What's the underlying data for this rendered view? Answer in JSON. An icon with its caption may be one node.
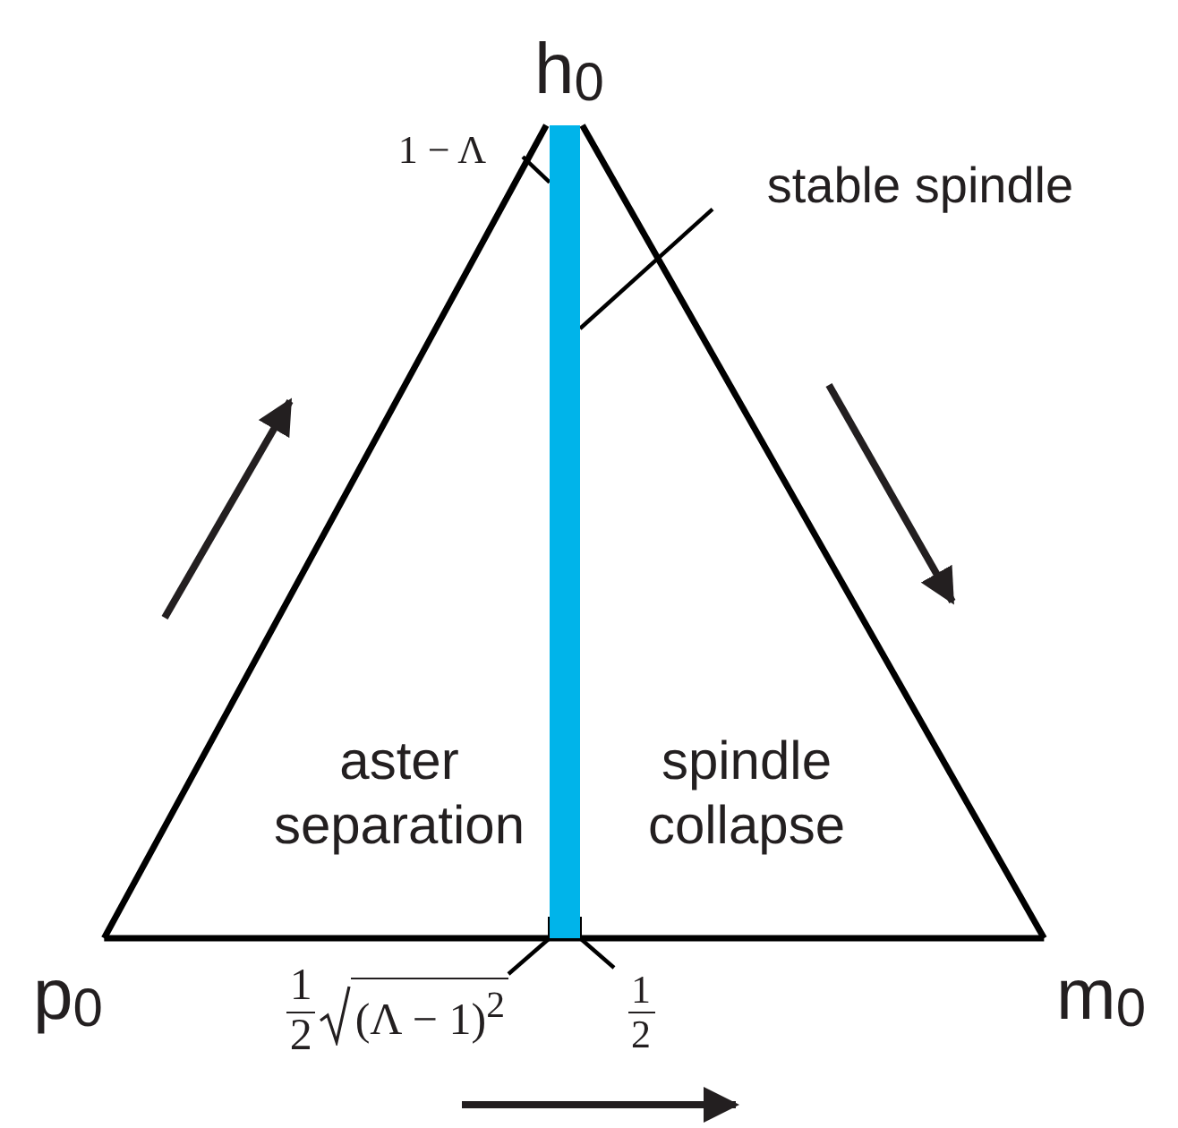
{
  "diagram": {
    "nodes": [
      {
        "text": [
          "h$_{0}$"
        ]
      },
      {
        "text": [
          "p$_{0}$"
        ]
      },
      {
        "text": [
          "m$_{0}$"
        ]
      },
      {
        "text": [],
        "shape": "bar"
      },
      {
        "text": [
          "stable spindle"
        ]
      },
      {
        "text": [
          "1 − Λ"
        ]
      },
      {
        "text": [
          "1",
          "2",
          "(Λ − 1)$^{2}$"
        ]
      },
      {
        "text": [
          "1",
          "2"
        ]
      }
    ],
    "edges": [
      {
        "from": 0,
        "to": 1,
        "arrow": "none"
      },
      {
        "from": 0,
        "to": 2,
        "arrow": "none"
      },
      {
        "from": 1,
        "to": 2,
        "arrow": "none"
      },
      {
        "from": 4,
        "to": 3,
        "arrow": "none"
      },
      {
        "from": 5,
        "to": 3,
        "arrow": "none"
      },
      {
        "from": 6,
        "to": 3,
        "arrow": "none"
      },
      {
        "from": 7,
        "to": 3,
        "arrow": "none"
      }
    ],
    "labels": [
      "aster separation",
      "spindle collapse"
    ]
  }
}
